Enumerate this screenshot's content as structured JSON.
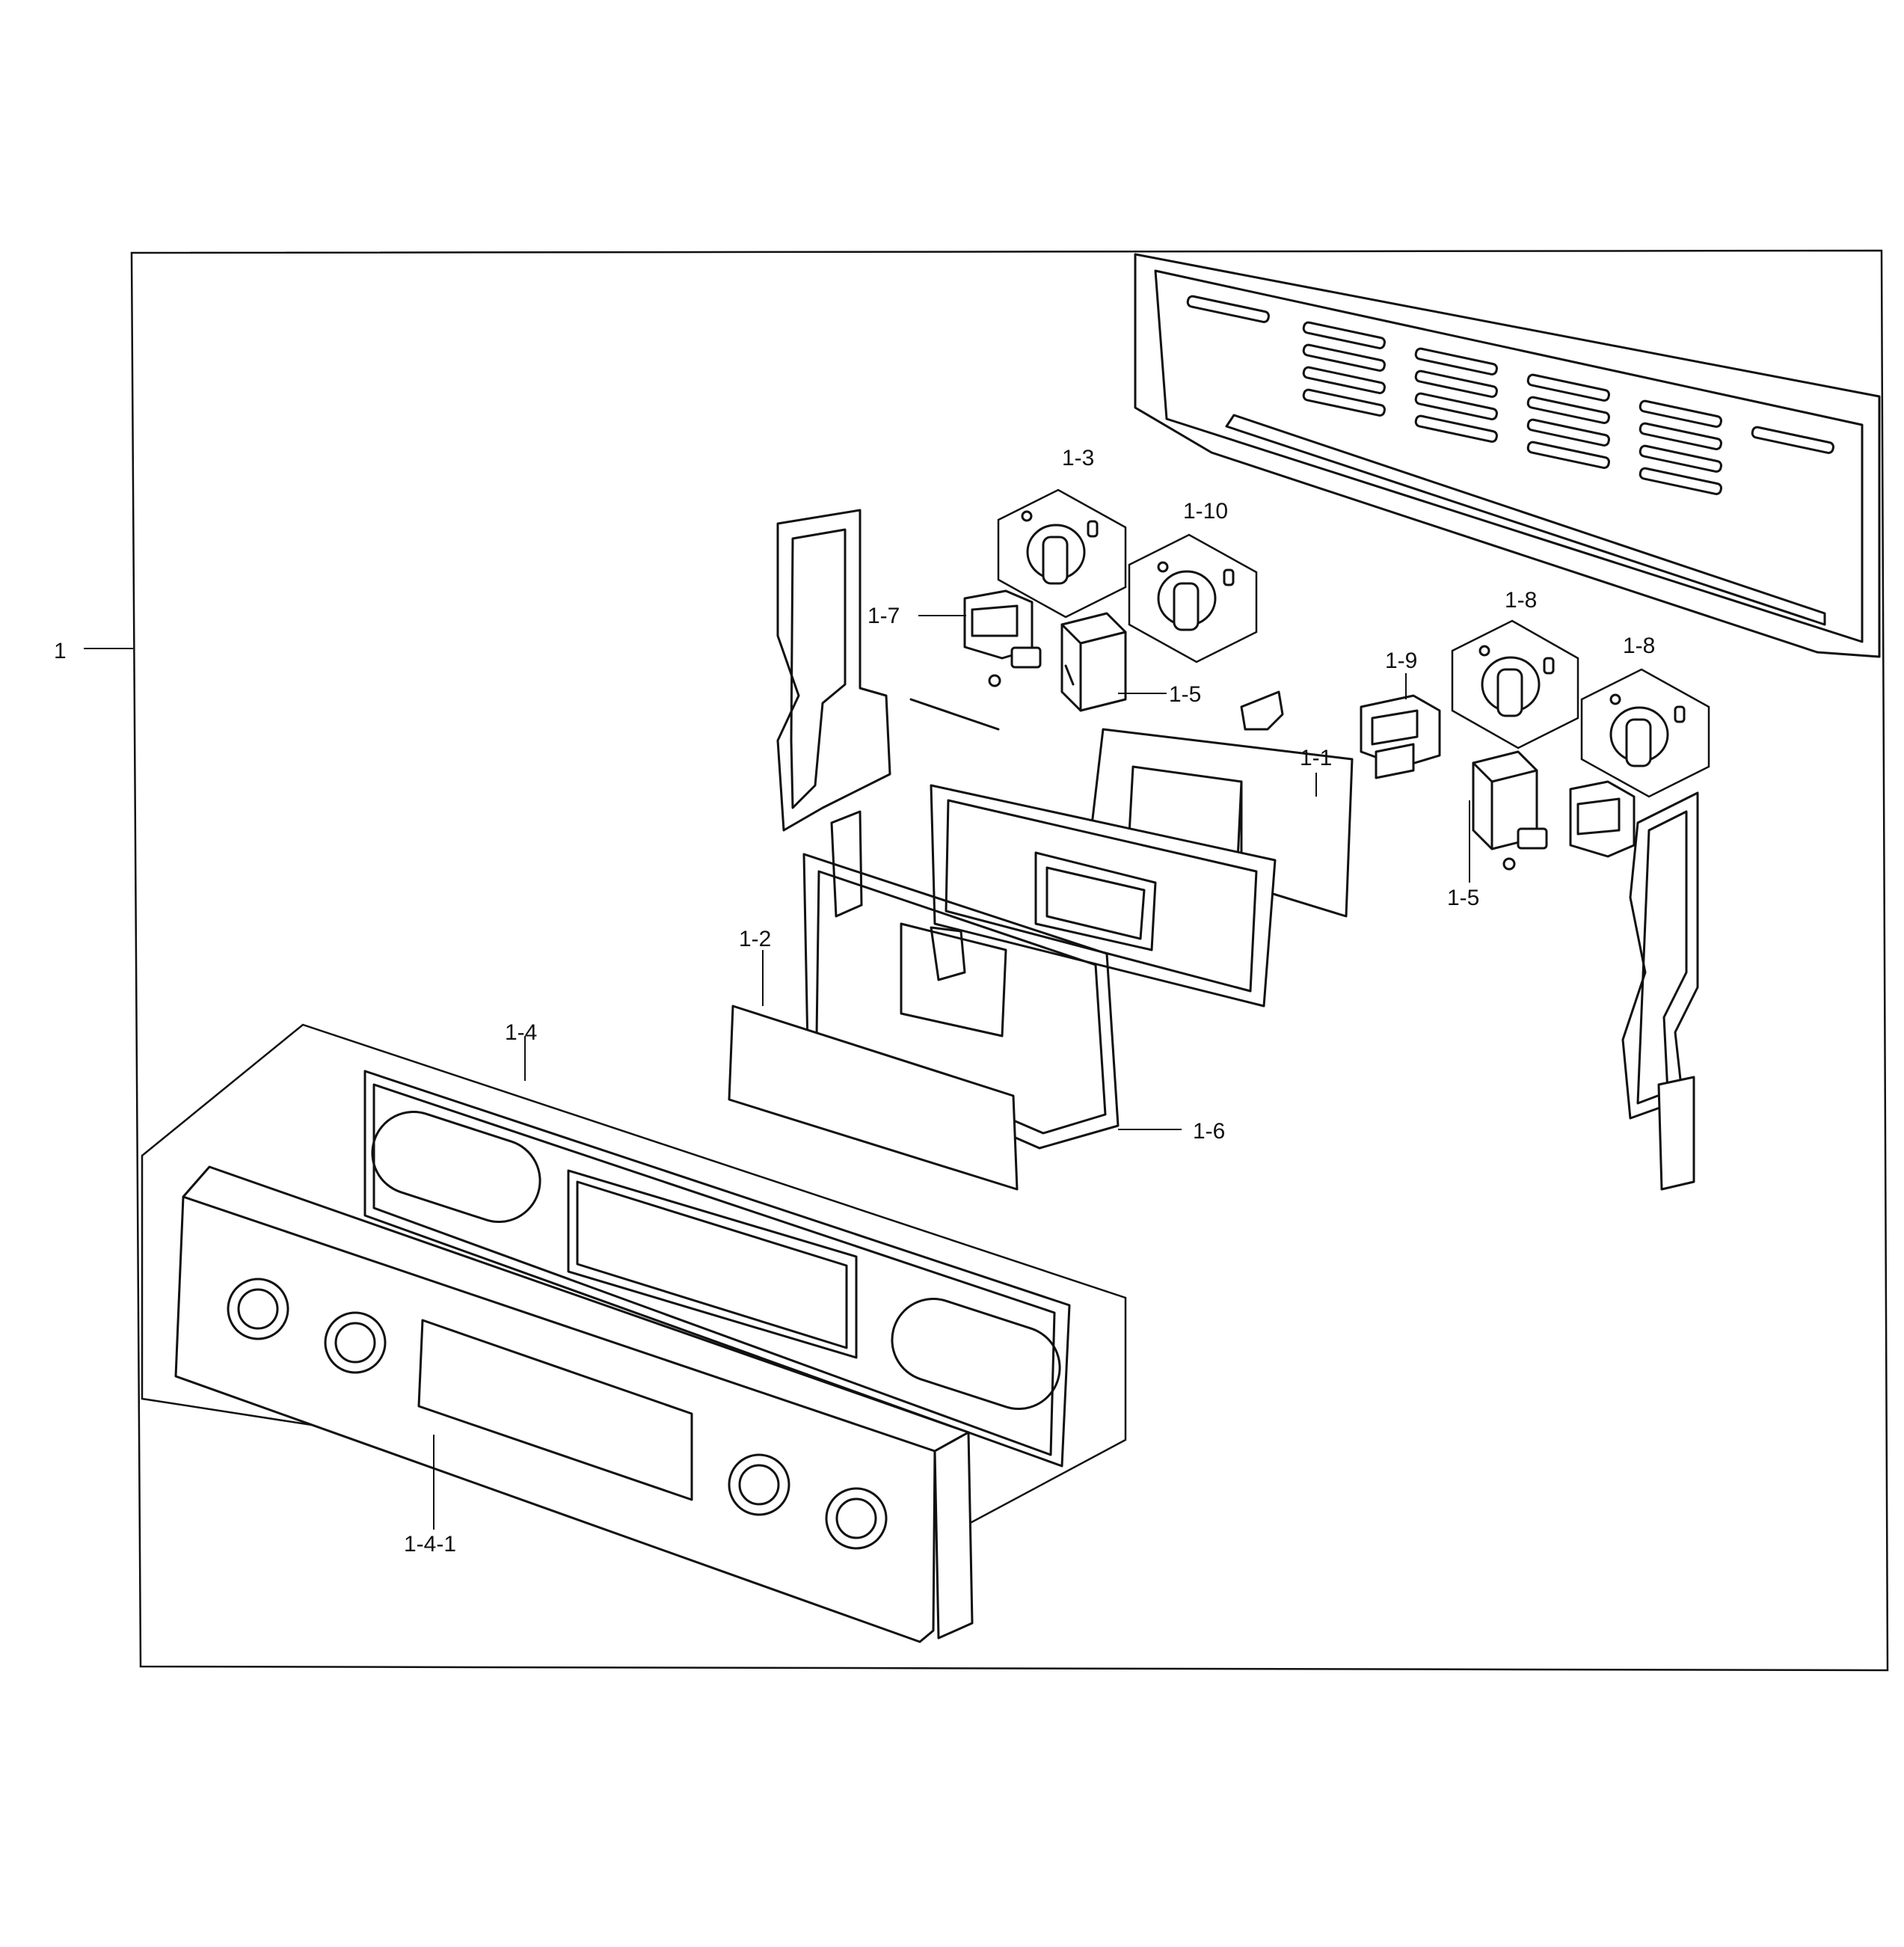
{
  "labels": {
    "l_1": "1",
    "l_1_1": "1-1",
    "l_1_2": "1-2",
    "l_1_3": "1-3",
    "l_1_4": "1-4",
    "l_1_4_1": "1-4-1",
    "l_1_5a": "1-5",
    "l_1_5b": "1-5",
    "l_1_6": "1-6",
    "l_1_7": "1-7",
    "l_1_8a": "1-8",
    "l_1_8b": "1-8",
    "l_1_9": "1-9",
    "l_1_10": "1-10"
  }
}
